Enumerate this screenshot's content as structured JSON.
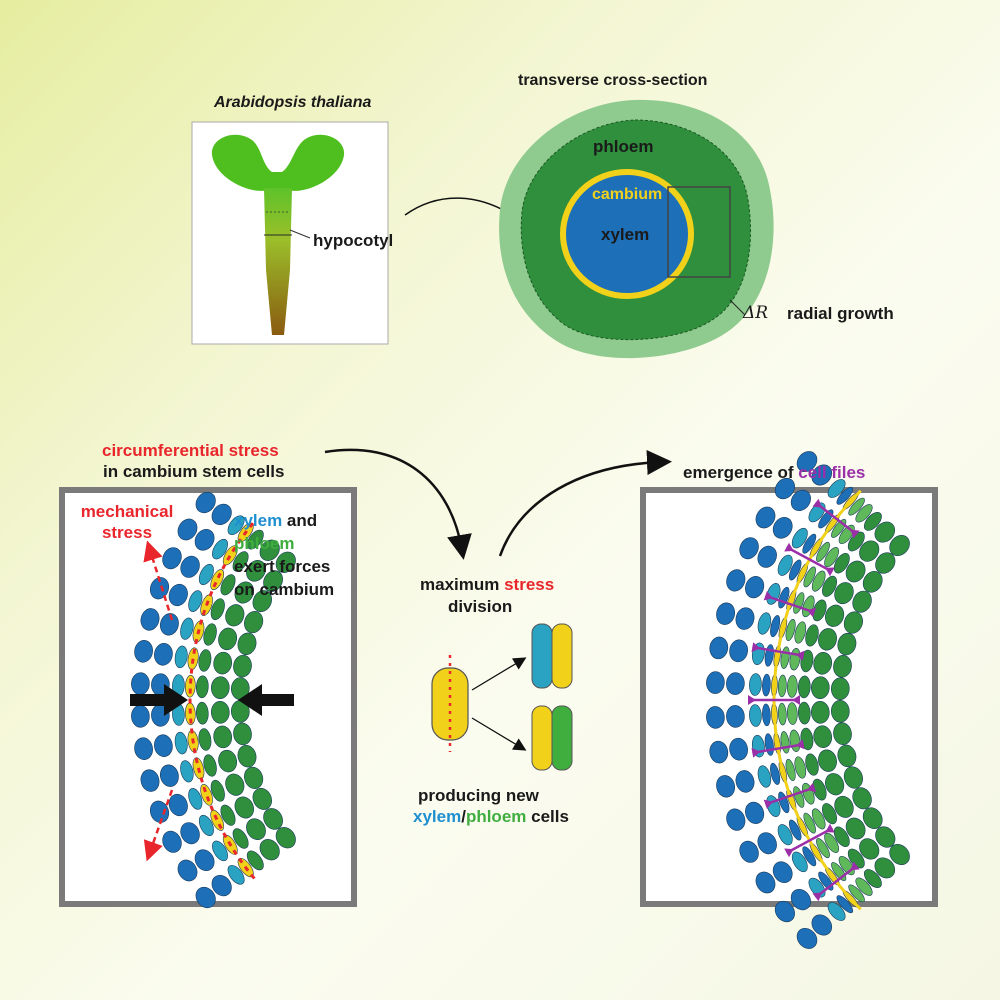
{
  "colors": {
    "xylem": "#1d6fb8",
    "cambium": "#f2d11a",
    "phloem": "#2f8f3c",
    "phloem_light": "#8fca8f",
    "stress": "#e8262c",
    "cell_files": "#9b2fa8",
    "teal": "#2aa3c2"
  },
  "top": {
    "plant_title": "Arabidopsis thaliana",
    "hypocotyl": "hypocotyl",
    "section_title": "transverse cross-section",
    "phloem": "phloem",
    "cambium": "cambium",
    "xylem": "xylem",
    "delta_r": "ΔR",
    "radial_growth": "radial growth"
  },
  "left_panel": {
    "caption_red": "circumferential stress",
    "caption_black": "in cambium stem cells",
    "mech_line1": "mechanical",
    "mech_line2": "stress",
    "xylem_word": "xylem",
    "and_word": " and",
    "phloem_word": "phloem",
    "exert": "exert forces",
    "on_cambium": "on cambium"
  },
  "middle": {
    "max_black": "maximum ",
    "max_red": "stress",
    "division": "division",
    "producing": "producing new",
    "xylem_word": "xylem",
    "slash": "/",
    "phloem_word": "phloem",
    "cells": " cells"
  },
  "right_panel": {
    "caption_black": "emergence of ",
    "caption_purple": "cell files"
  }
}
